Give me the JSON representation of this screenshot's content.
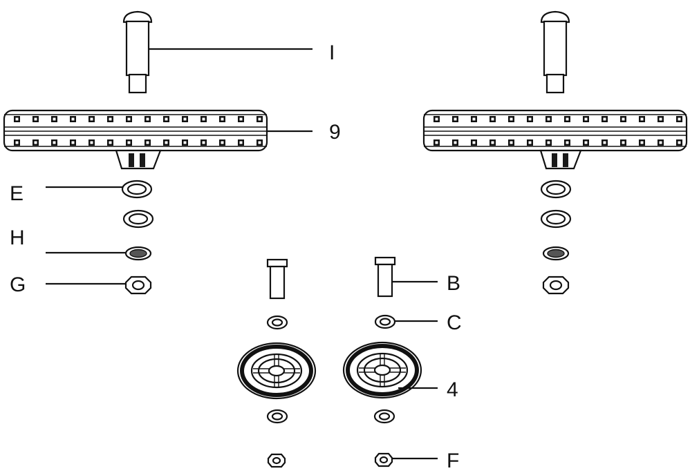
{
  "callouts": {
    "pin": "I",
    "roller_bar": "9",
    "washer_large": "E",
    "washer_lock": "H",
    "nut_large": "G",
    "bolt": "B",
    "washer_small": "C",
    "wheel": "4",
    "nut_small": "F"
  },
  "icons": {
    "pin": "pin-icon",
    "roller_bar": "roller-bar-icon",
    "washer": "washer-icon",
    "lock_washer": "lock-washer-icon",
    "hex_nut": "hex-nut-icon",
    "bolt": "bolt-icon",
    "wheel": "wheel-icon"
  },
  "colors": {
    "line": "#111111",
    "background": "#ffffff"
  }
}
